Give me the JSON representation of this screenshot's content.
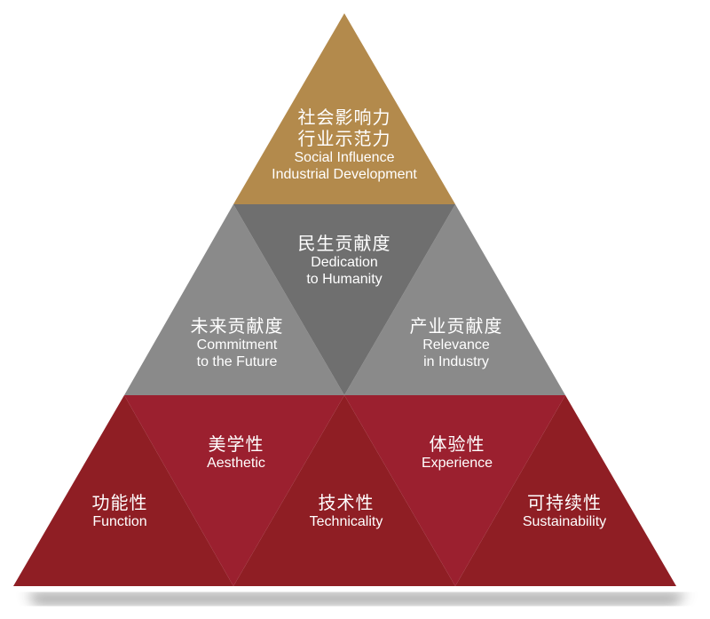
{
  "colors": {
    "gold": "#b38a4c",
    "gray": "#8a8a8a",
    "gray_dark": "#6f6f6f",
    "red": "#8f1e24",
    "red_light": "#9b202f"
  },
  "top": {
    "zh": [
      "社会影响力",
      "行业示范力"
    ],
    "en": [
      "Social Influence",
      "Industrial Development"
    ]
  },
  "middle": [
    {
      "zh": "民生贡献度",
      "en": [
        "Dedication",
        "to Humanity"
      ]
    },
    {
      "zh": "未来贡献度",
      "en": [
        "Commitment",
        "to the Future"
      ]
    },
    {
      "zh": "产业贡献度",
      "en": [
        "Relevance",
        "in Industry"
      ]
    }
  ],
  "bottom": [
    {
      "zh": "美学性",
      "en": "Aesthetic"
    },
    {
      "zh": "体验性",
      "en": "Experience"
    },
    {
      "zh": "功能性",
      "en": "Function"
    },
    {
      "zh": "技术性",
      "en": "Technicality"
    },
    {
      "zh": "可持续性",
      "en": "Sustainability"
    }
  ]
}
